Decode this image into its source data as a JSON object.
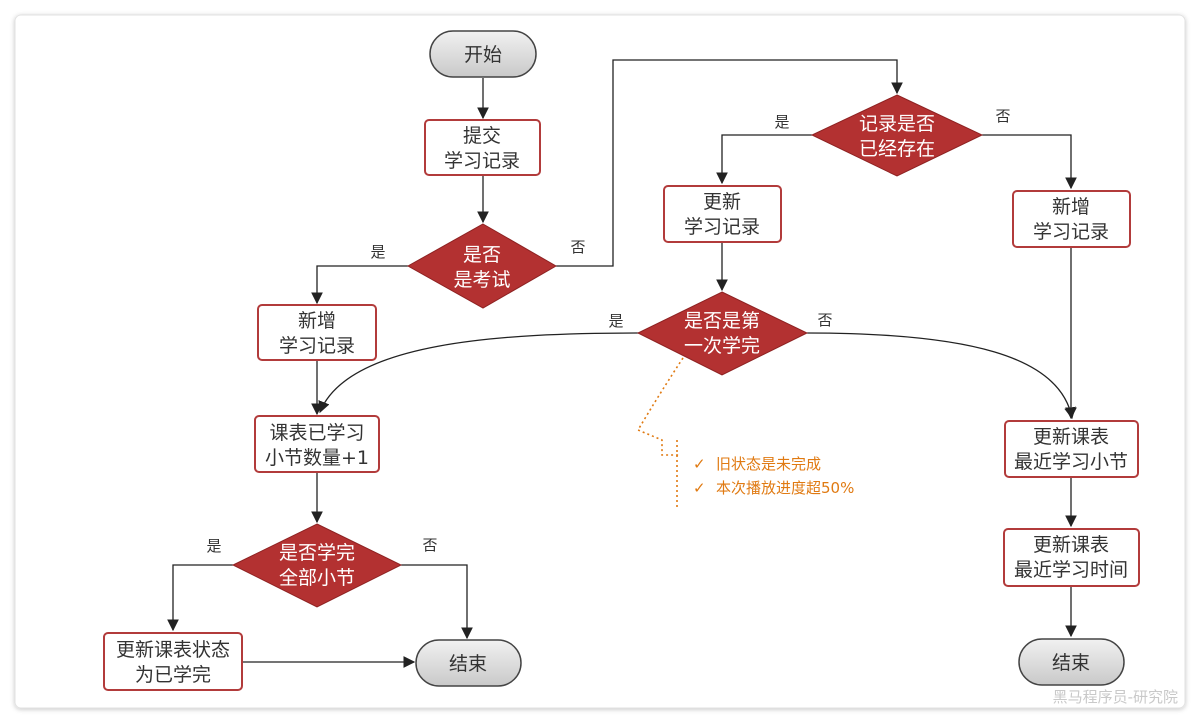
{
  "nodes": {
    "start": "开始",
    "submit": [
      "提交",
      "学习记录"
    ],
    "is_exam": [
      "是否",
      "是考试"
    ],
    "add_record_left": [
      "新增",
      "学习记录"
    ],
    "lesson_count": [
      "课表已学习",
      "小节数量+1"
    ],
    "all_done": [
      "是否学完",
      "全部小节"
    ],
    "update_status": [
      "更新课表状态",
      "为已学完"
    ],
    "end_left": "结束",
    "record_exists": [
      "记录是否",
      "已经存在"
    ],
    "update_record": [
      "更新",
      "学习记录"
    ],
    "first_done": [
      "是否是第",
      "一次学完"
    ],
    "add_record_right": [
      "新增",
      "学习记录"
    ],
    "update_recent_section": [
      "更新课表",
      "最近学习小节"
    ],
    "update_recent_time": [
      "更新课表",
      "最近学习时间"
    ],
    "end_right": "结束"
  },
  "edge_labels": {
    "yes": "是",
    "no": "否"
  },
  "note": {
    "items": [
      "旧状态是未完成",
      "本次播放进度超50%"
    ],
    "check": "✓"
  },
  "watermark": "黑马程序员-研究院",
  "colors": {
    "decision": "#b33131",
    "process_border": "#b23b3b",
    "note": "#e07a12"
  }
}
